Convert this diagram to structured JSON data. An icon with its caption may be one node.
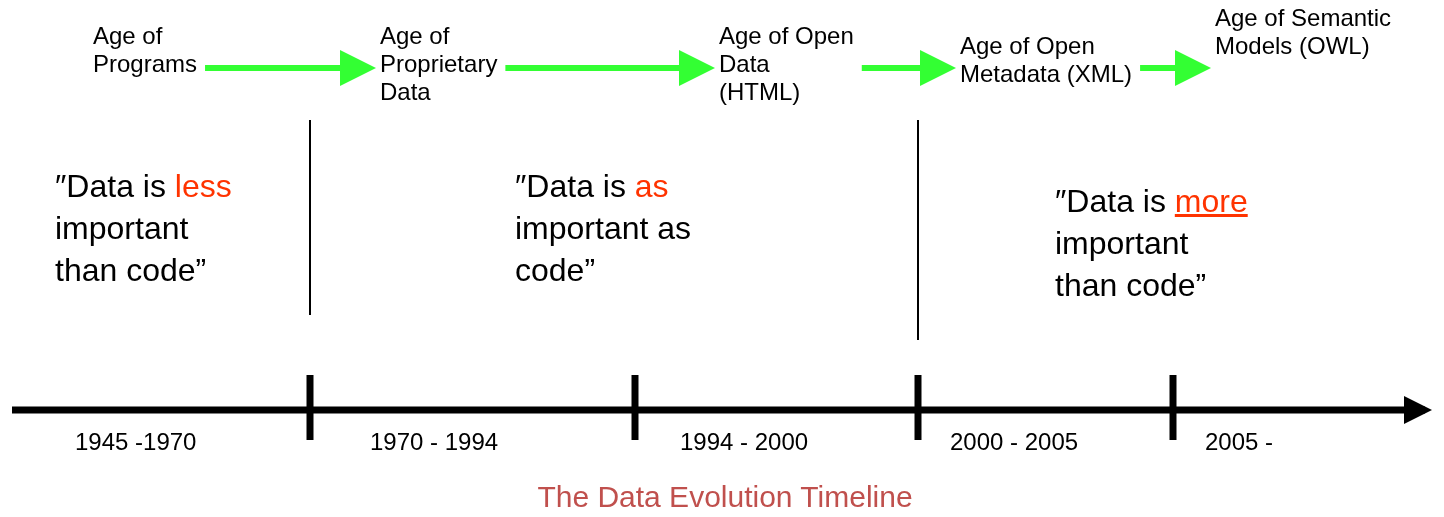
{
  "diagram": {
    "caption": "The Data Evolution Timeline",
    "nodes": [
      {
        "text": [
          "Age of Programs"
        ]
      },
      {
        "text": [
          "Age of Proprietary Data"
        ]
      },
      {
        "text": [
          "Age of Open Data (HTML)"
        ]
      },
      {
        "text": [
          "Age of Open Metadata (XML)"
        ]
      },
      {
        "text": [
          "Age of Semantic Models (OWL)"
        ]
      }
    ],
    "edges": [
      {
        "from": 0,
        "to": 1,
        "arrow": "to"
      },
      {
        "from": 1,
        "to": 2,
        "arrow": "to"
      },
      {
        "from": 2,
        "to": 3,
        "arrow": "to"
      },
      {
        "from": 3,
        "to": 4,
        "arrow": "to"
      }
    ],
    "labels": [
      "″Data is **less** important than code”",
      "″Data is **as** important as code”",
      "″Data is **more** important than code”",
      "1945 -1970",
      "1970 - 1994",
      "1994 - 2000",
      "2000 - 2005",
      "2005 -"
    ]
  }
}
